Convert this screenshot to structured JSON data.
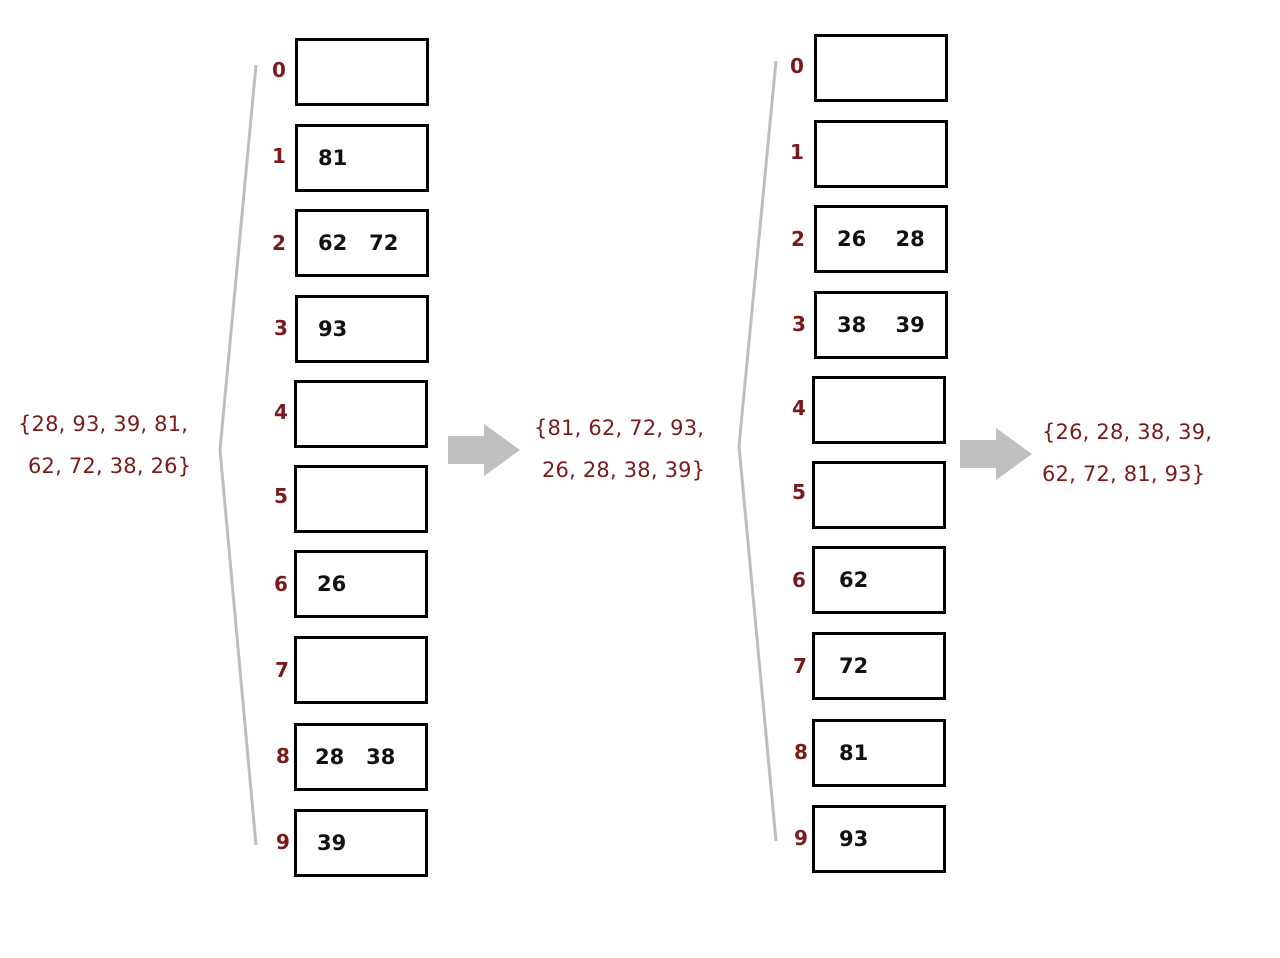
{
  "colors": {
    "label": "#7a1a1a",
    "brace": "#bdbdbd",
    "arrow": "#bfbfbf",
    "box_border": "#000000",
    "value_text": "#111111"
  },
  "sequences": [
    {
      "lines": [
        "{28, 93, 39, 81,",
        "62, 72, 38, 26}"
      ]
    },
    {
      "lines": [
        "{81, 62, 72, 93,",
        "26, 28, 38, 39}"
      ]
    },
    {
      "lines": [
        "{26, 28, 38, 39,",
        "62, 72, 81, 93}"
      ]
    }
  ],
  "passes": [
    {
      "buckets": [
        {
          "index": "0",
          "values": ""
        },
        {
          "index": "1",
          "values": "81"
        },
        {
          "index": "2",
          "values": "62   72"
        },
        {
          "index": "3",
          "values": "93"
        },
        {
          "index": "4",
          "values": ""
        },
        {
          "index": "5",
          "values": ""
        },
        {
          "index": "6",
          "values": "26"
        },
        {
          "index": "7",
          "values": ""
        },
        {
          "index": "8",
          "values": "28   38"
        },
        {
          "index": "9",
          "values": "39"
        }
      ]
    },
    {
      "buckets": [
        {
          "index": "0",
          "values": ""
        },
        {
          "index": "1",
          "values": ""
        },
        {
          "index": "2",
          "values": "26    28"
        },
        {
          "index": "3",
          "values": "38    39"
        },
        {
          "index": "4",
          "values": ""
        },
        {
          "index": "5",
          "values": ""
        },
        {
          "index": "6",
          "values": "62"
        },
        {
          "index": "7",
          "values": "72"
        },
        {
          "index": "8",
          "values": "81"
        },
        {
          "index": "9",
          "values": "93"
        }
      ]
    }
  ],
  "arrows": [
    {
      "icon": "right-arrow-icon"
    },
    {
      "icon": "right-arrow-icon"
    }
  ]
}
